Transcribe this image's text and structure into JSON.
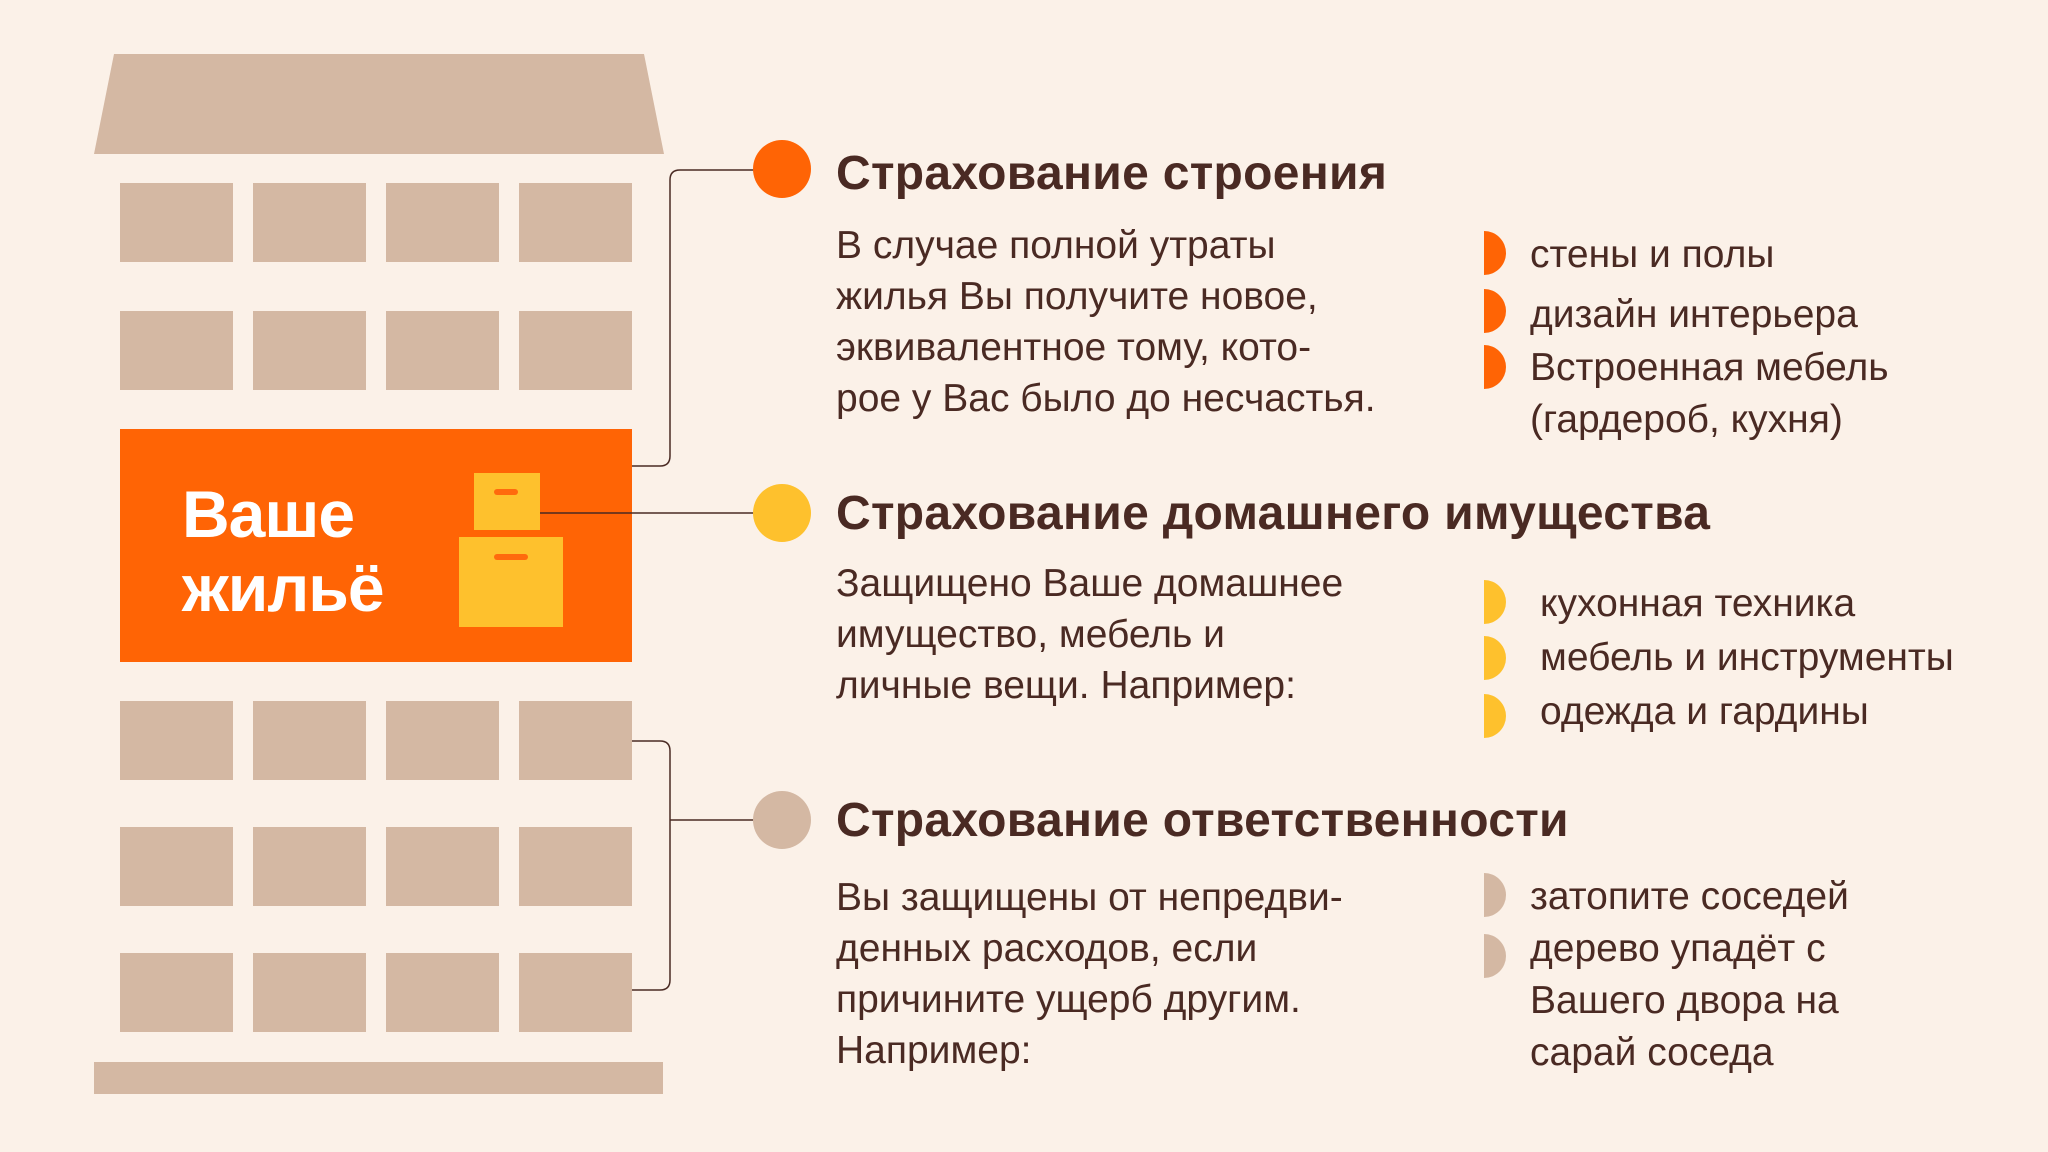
{
  "building": {
    "label": "Ваше жильё",
    "label_line1": "Ваше",
    "label_line2": "жильё"
  },
  "sections": [
    {
      "title": "Страхование строения",
      "description": "В случае полной утраты\nжилья Вы получите новое,\nэквивалентное тому, кото-\nрое у Вас было до несчастья.",
      "bullet_color": "#ff6405",
      "items": [
        "стены и полы",
        "дизайн интерьера",
        "Встроенная мебель\n(гардероб, кухня)"
      ]
    },
    {
      "title": "Страхование домашнего имущества",
      "description": "Защищено Ваше домашнее\nимущество, мебель и\nличные вещи. Например:",
      "bullet_color": "#fec12d",
      "items": [
        "кухонная техника",
        "мебель и инструменты",
        "одежда и гардины"
      ]
    },
    {
      "title": "Страхование ответственности",
      "description": "Вы защищены от непредви-\nденных расходов, если\nпричините ущерб другим.\nНапример:",
      "bullet_color": "#d4b8a3",
      "items": [
        "затопите соседей",
        "дерево упадёт с\nВашего двора на\nсарай соседа"
      ]
    }
  ],
  "colors": {
    "background": "#fbf1e8",
    "building": "#d4b8a3",
    "accent_orange": "#ff6405",
    "accent_yellow": "#fec12d",
    "text_dark": "#4a2a23"
  }
}
